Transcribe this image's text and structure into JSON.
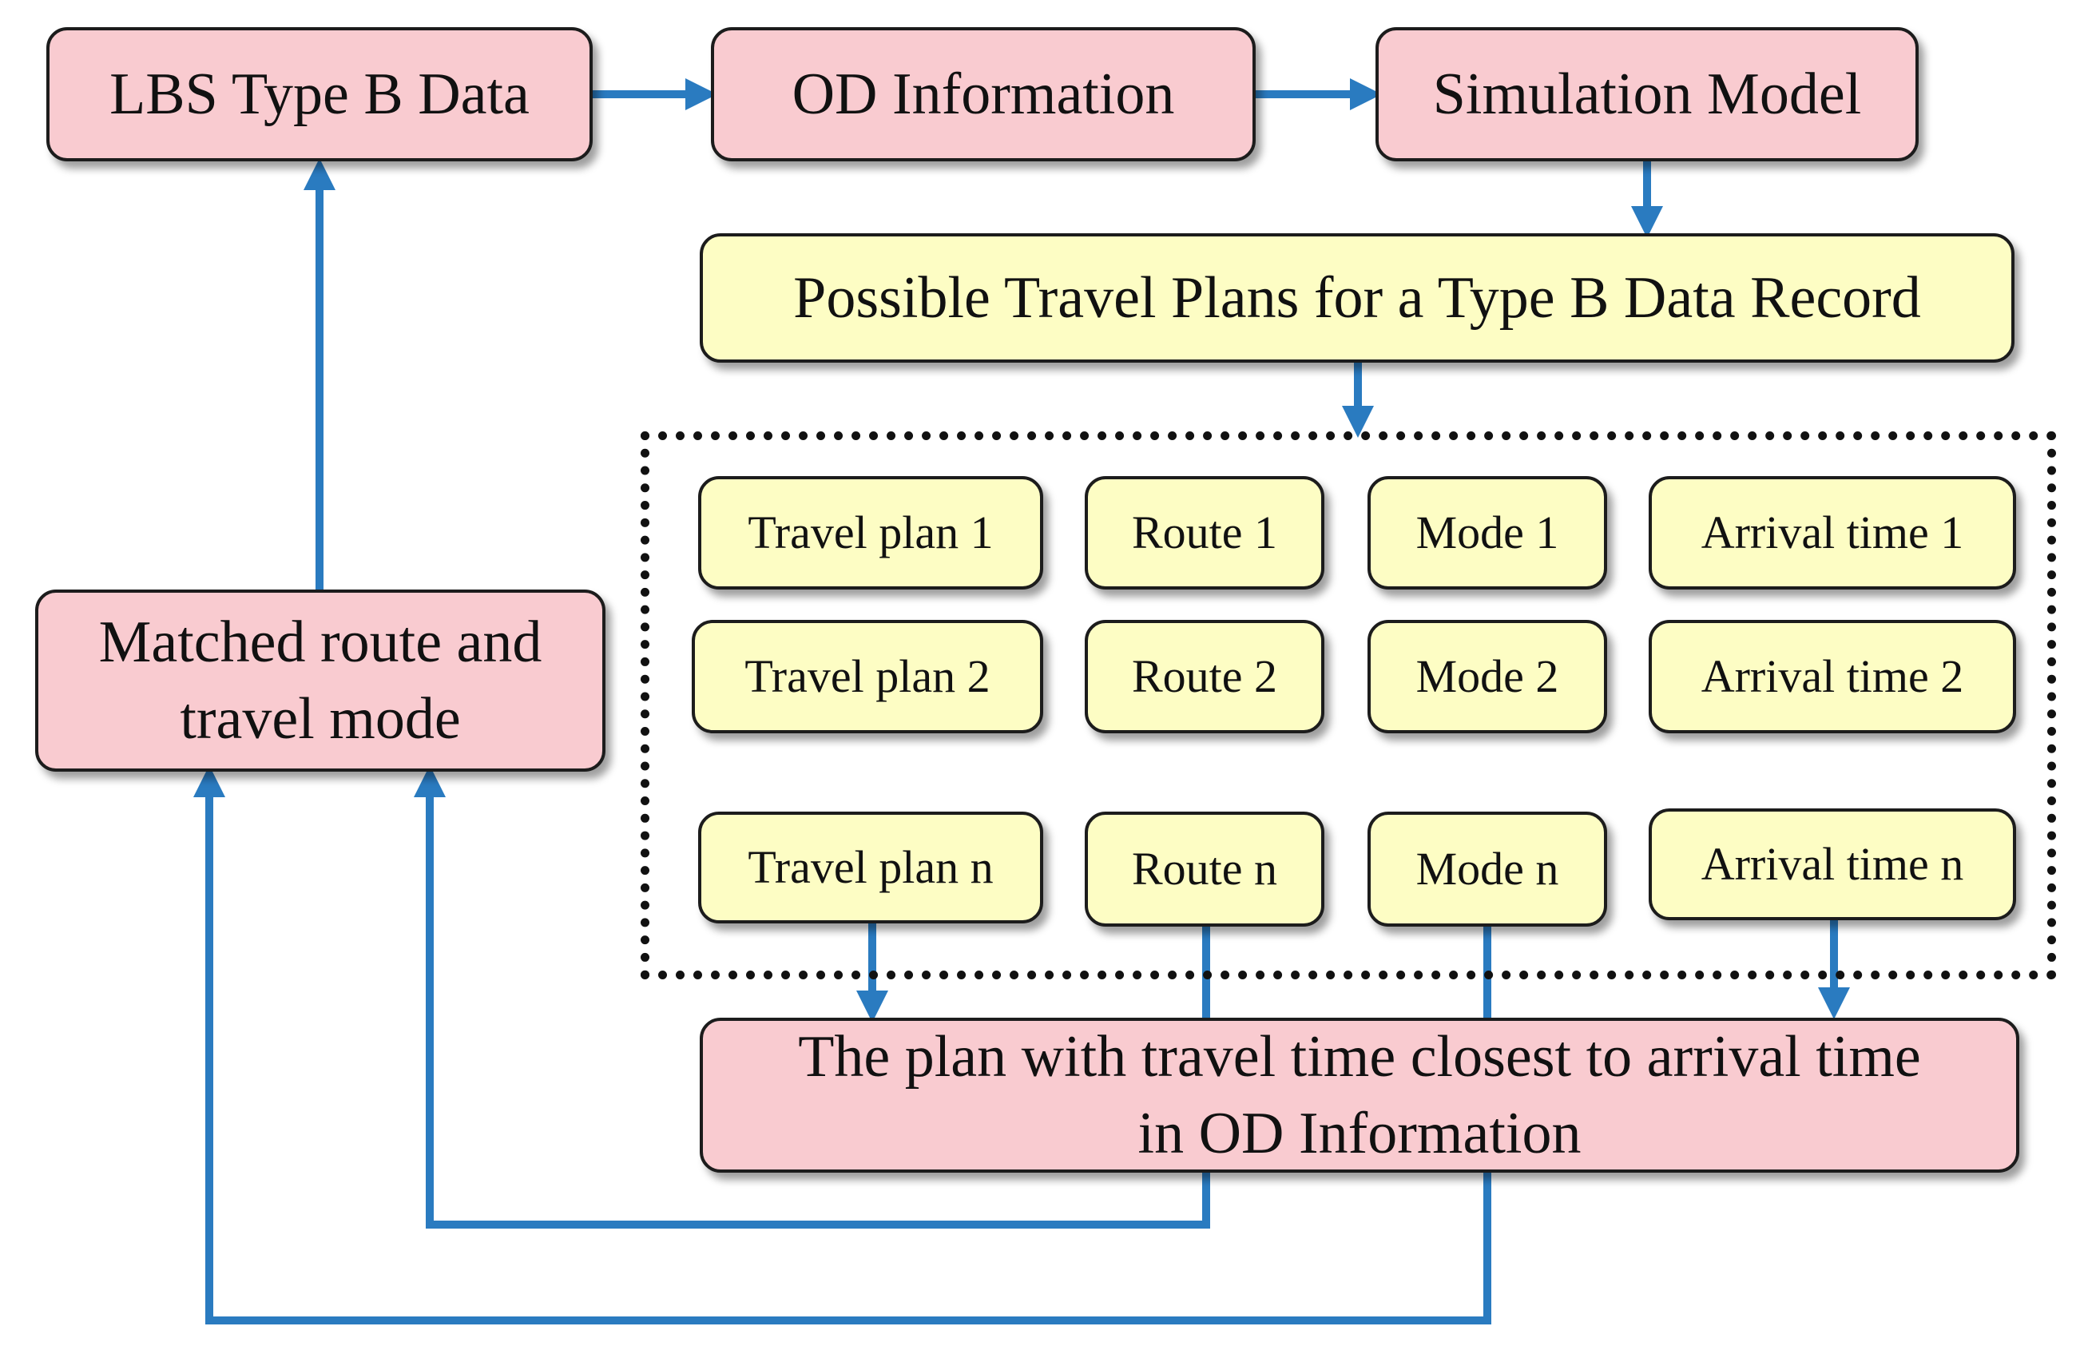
{
  "colors": {
    "pink_box": "#f9cbd0",
    "yellow_box": "#fdfdc4",
    "arrow": "#2a7bc0",
    "border": "#1c1c1c"
  },
  "nodes": {
    "lbs_data": "LBS Type B Data",
    "od_info": "OD Information",
    "sim_model": "Simulation Model",
    "possible_plans": "Possible Travel Plans for a Type B Data Record",
    "matched_line1": "Matched route and",
    "matched_line2": "travel mode",
    "closest_line1": "The plan with travel time closest to arrival time",
    "closest_line2": "in OD Information"
  },
  "plan_grid": {
    "rows": [
      {
        "plan": "Travel plan 1",
        "route": "Route 1",
        "mode": "Mode 1",
        "arrival": "Arrival time 1"
      },
      {
        "plan": "Travel plan 2",
        "route": "Route 2",
        "mode": "Mode 2",
        "arrival": "Arrival time 2"
      },
      {
        "plan": "Travel plan n",
        "route": "Route n",
        "mode": "Mode n",
        "arrival": "Arrival time n"
      }
    ]
  }
}
